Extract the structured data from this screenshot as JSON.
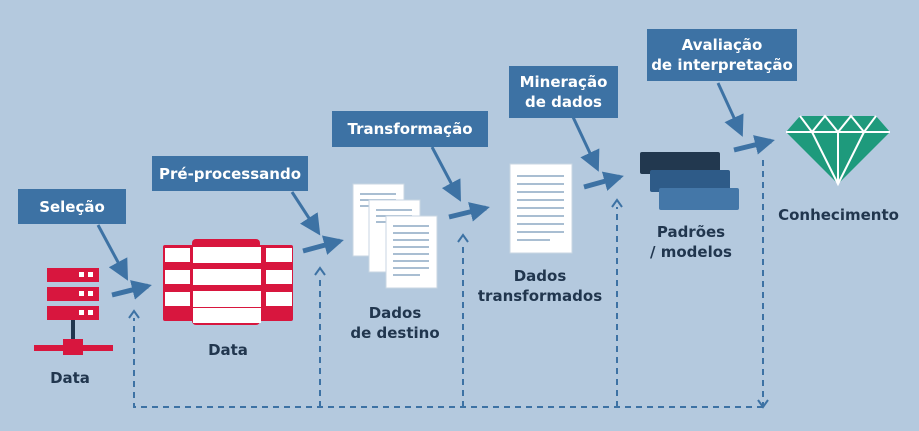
{
  "colors": {
    "background": "#b4c9de",
    "label_box": "#3d72a4",
    "caption_text": "#21364e",
    "accent_red": "#d8163e",
    "gem_green": "#1e9a7c",
    "arrow": "#3d72a4",
    "dashed_feedback": "#3d72a4"
  },
  "steps": [
    {
      "label": "Seleção"
    },
    {
      "label": "Pré-processando"
    },
    {
      "label": "Transformação"
    },
    {
      "label": "Mineração\nde dados"
    },
    {
      "label": "Avaliação\nde interpretação"
    }
  ],
  "artifacts": [
    {
      "caption": "Data",
      "icon": "server-rack-icon"
    },
    {
      "caption": "Data",
      "icon": "table-records-icon"
    },
    {
      "caption": "Dados\nde destino",
      "icon": "documents-stack-icon"
    },
    {
      "caption": "Dados\ntransformados",
      "icon": "document-icon"
    },
    {
      "caption": "Padrões\n/ modelos",
      "icon": "layers-icon"
    },
    {
      "caption": "Conhecimento",
      "icon": "diamond-icon"
    }
  ]
}
